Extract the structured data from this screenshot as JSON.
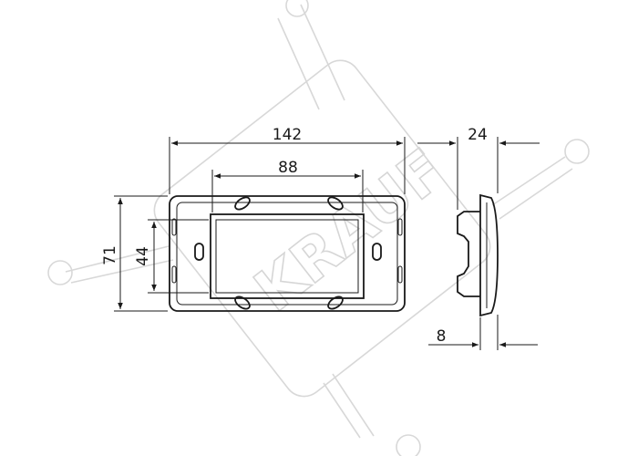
{
  "drawing": {
    "dimensions": {
      "overall_width": "142",
      "opening_width": "88",
      "overall_height": "71",
      "opening_height": "44",
      "depth": "24",
      "offset": "8"
    }
  },
  "watermark": {
    "text": "KRAUF"
  },
  "colors": {
    "line": "#1a1a1a",
    "watermark": "#d6d6d6",
    "background": "#ffffff"
  }
}
